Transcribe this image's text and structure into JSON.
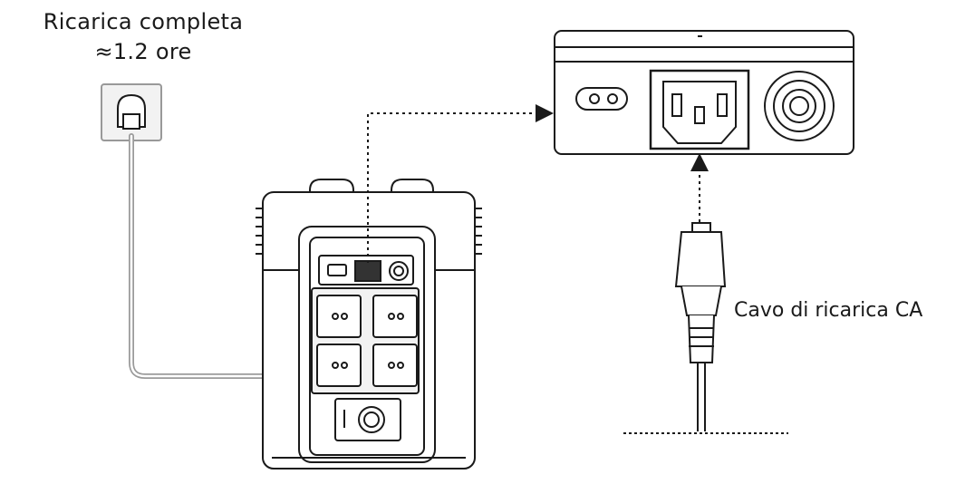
{
  "labels": {
    "charge_title": "Ricarica completa",
    "charge_time": "≈1.2 ore",
    "cable_label": "Cavo di ricarica CA"
  },
  "icons": [
    "wall-outlet-icon",
    "power-station-icon",
    "ac-input-port-icon",
    "ac-charging-cable-icon",
    "arrow-icon"
  ],
  "colors": {
    "line": "#1a1a1a",
    "cable": "#9a9a9a",
    "background": "#ffffff"
  }
}
